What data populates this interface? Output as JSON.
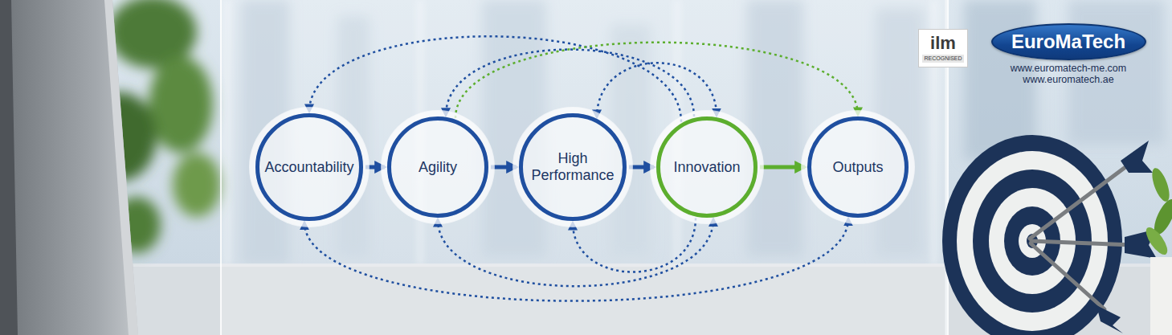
{
  "diagram": {
    "nodes": [
      {
        "text": [
          "Accountability"
        ]
      },
      {
        "text": [
          "Agility"
        ]
      },
      {
        "text": [
          "High Performance"
        ]
      },
      {
        "text": [
          "Innovation"
        ]
      },
      {
        "text": [
          "Outputs"
        ]
      },
      {
        "text": [
          "ilm",
          "RECOGNISED"
        ]
      },
      {
        "text": [
          "EuroMaTech"
        ]
      }
    ],
    "edges": [
      {
        "from": 0,
        "to": 1,
        "arrow": "to"
      },
      {
        "from": 1,
        "to": 2,
        "arrow": "to"
      },
      {
        "from": 2,
        "to": 3,
        "arrow": "to"
      },
      {
        "from": 3,
        "to": 4,
        "arrow": "to"
      },
      {
        "from": 3,
        "to": 0,
        "arrow": "to"
      },
      {
        "from": 3,
        "to": 1,
        "arrow": "to"
      },
      {
        "from": 2,
        "to": 3,
        "arrow": "both"
      },
      {
        "from": 1,
        "to": 4,
        "arrow": "to"
      },
      {
        "from": 0,
        "to": 4,
        "arrow": "both"
      },
      {
        "from": 1,
        "to": 3,
        "arrow": "both"
      },
      {
        "from": 3,
        "to": 2,
        "arrow": "to"
      }
    ],
    "labels": [
      "www.euromatech-me.com",
      "www.euromatech.ae"
    ]
  }
}
